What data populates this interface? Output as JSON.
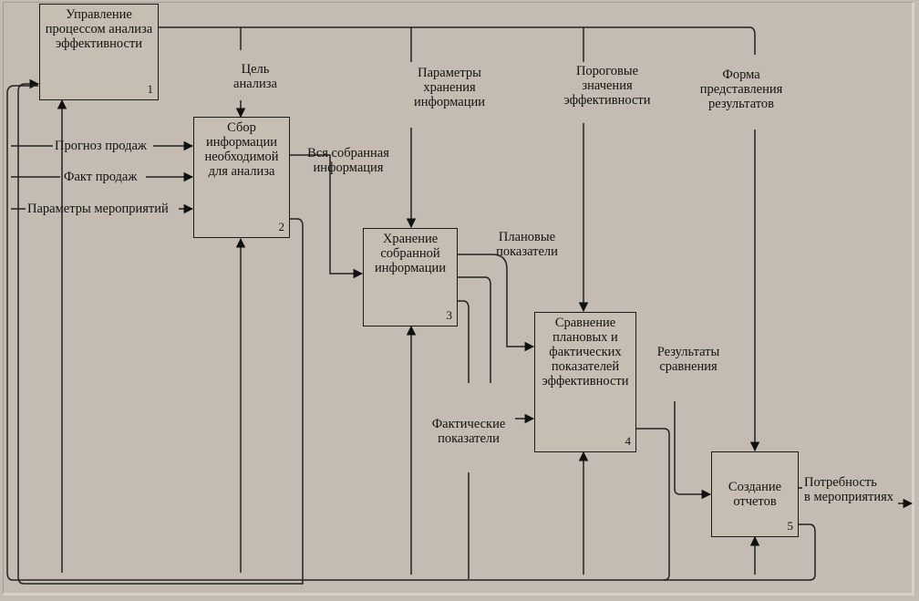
{
  "diagram": {
    "boxes": [
      {
        "id": "1",
        "title": "Управление\nпроцессом анализа\nэффективности",
        "number": "1"
      },
      {
        "id": "2",
        "title": "Сбор\nинформации\nнеобходимой\nдля анализа",
        "number": "2"
      },
      {
        "id": "3",
        "title": "Хранение\nсобранной\nинформации",
        "number": "3"
      },
      {
        "id": "4",
        "title": "Сравнение\nплановых и\nфактических\nпоказателей\nэффективности",
        "number": "4"
      },
      {
        "id": "5",
        "title": "Создание\nотчетов",
        "number": "5"
      }
    ],
    "labels": {
      "goal": "Цель\nанализа",
      "storage_params": "Параметры\nхранения\nинформации",
      "thresholds": "Пороговые\nзначения\nэффективности",
      "report_form": "Форма\nпредставления\nрезультатов",
      "sales_forecast": "Прогноз продаж",
      "sales_fact": "Факт продаж",
      "event_params": "Параметры мероприятий",
      "all_info": "Вся собранная\nинформация",
      "planned": "Плановые\nпоказатели",
      "actual": "Фактические\nпоказатели",
      "comparison": "Результаты\nсравнения",
      "need": "Потребность\nв мероприятиях"
    }
  }
}
